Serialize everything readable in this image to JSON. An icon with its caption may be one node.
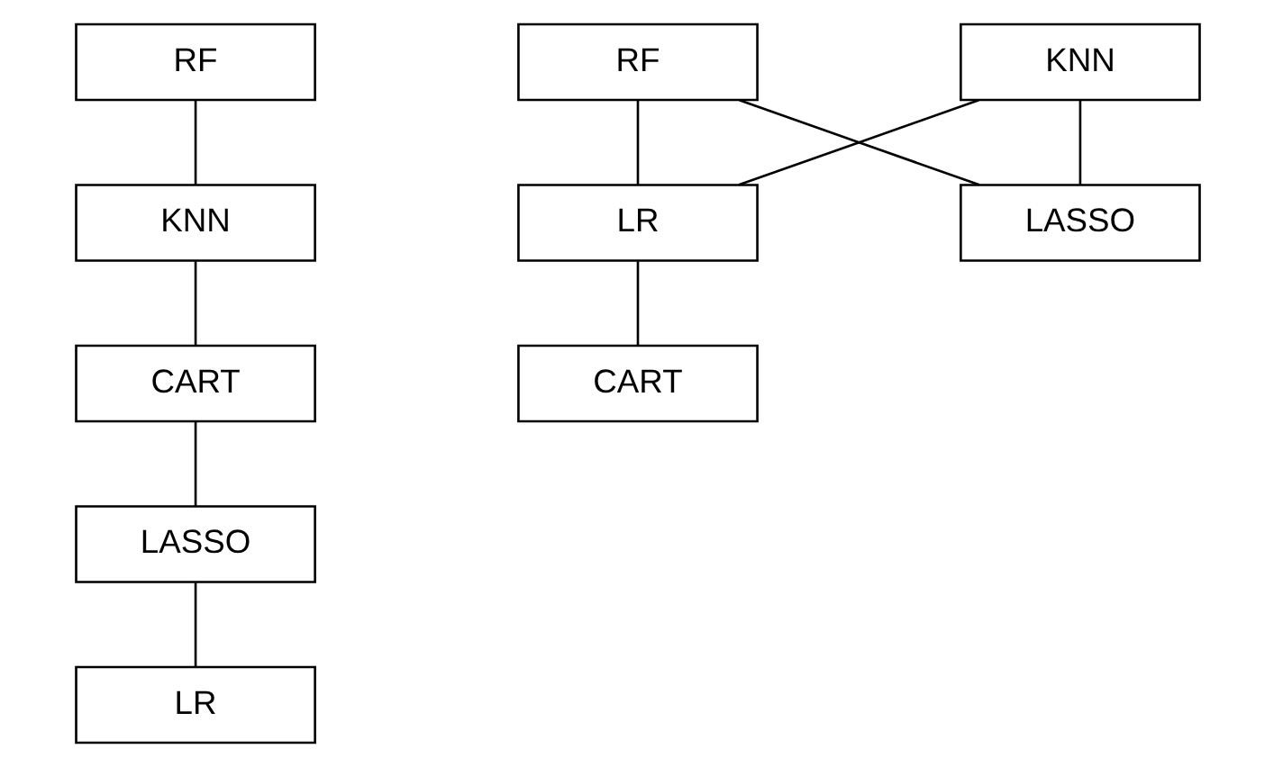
{
  "diagram": {
    "nodes": [
      {
        "text": [
          "RF"
        ]
      },
      {
        "text": [
          "KNN"
        ]
      },
      {
        "text": [
          "CART"
        ]
      },
      {
        "text": [
          "LASSO"
        ]
      },
      {
        "text": [
          "LR"
        ]
      },
      {
        "text": [
          "RF"
        ]
      },
      {
        "text": [
          "KNN"
        ]
      },
      {
        "text": [
          "LR"
        ]
      },
      {
        "text": [
          "LASSO"
        ]
      },
      {
        "text": [
          "CART"
        ]
      }
    ],
    "edges": [
      {
        "from": 0,
        "to": 1,
        "arrow": "none"
      },
      {
        "from": 1,
        "to": 2,
        "arrow": "none"
      },
      {
        "from": 2,
        "to": 3,
        "arrow": "none"
      },
      {
        "from": 3,
        "to": 4,
        "arrow": "none"
      },
      {
        "from": 5,
        "to": 7,
        "arrow": "none"
      },
      {
        "from": 5,
        "to": 8,
        "arrow": "none"
      },
      {
        "from": 6,
        "to": 7,
        "arrow": "none"
      },
      {
        "from": 6,
        "to": 8,
        "arrow": "none"
      },
      {
        "from": 7,
        "to": 9,
        "arrow": "none"
      }
    ]
  }
}
